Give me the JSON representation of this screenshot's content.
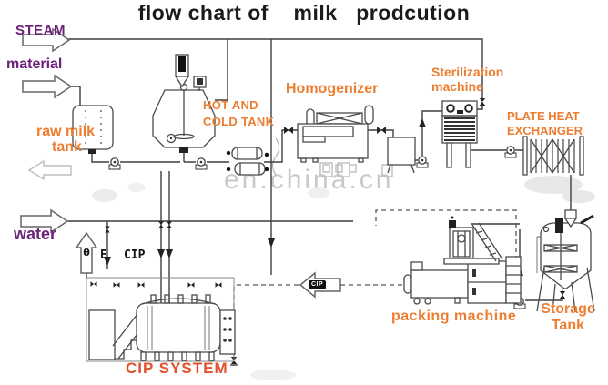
{
  "title": "flow chart of    milk   prodcution",
  "watermark": "en.china.cn",
  "inputs": {
    "steam": "STEAM",
    "material": "material",
    "water": "water"
  },
  "equipment": {
    "raw_milk_tank": {
      "label_line1": "raw milk",
      "label_line2": "tank"
    },
    "hot_cold_tank": {
      "label_line1": "HOT AND",
      "label_line2": "COLD TANK"
    },
    "homogenizer": {
      "label": "Homogenizer"
    },
    "sterilization_machine": {
      "label_line1": "Sterilization",
      "label_line2": "machine"
    },
    "plate_heat_exchanger": {
      "label_line1": "PLATE HEAT",
      "label_line2": "EXCHANGER"
    },
    "packing_machine": {
      "label": "packing machine"
    },
    "storage_tank": {
      "label_line1": "Storage",
      "label_line2": "Tank"
    },
    "cip_system": {
      "label": "CIP SYSTEM"
    }
  },
  "annotations": {
    "e_label": "E",
    "cip_label": "CIP",
    "cip_return_arrow": "CIP"
  },
  "colors": {
    "title_text": "#1b1b1b",
    "input_label": "#6b2179",
    "equipment_label": "#ed7d31",
    "cip_system_label": "#e2512b",
    "diagram_line": "#3f3f3f",
    "watermark": "#c9c9c9"
  }
}
